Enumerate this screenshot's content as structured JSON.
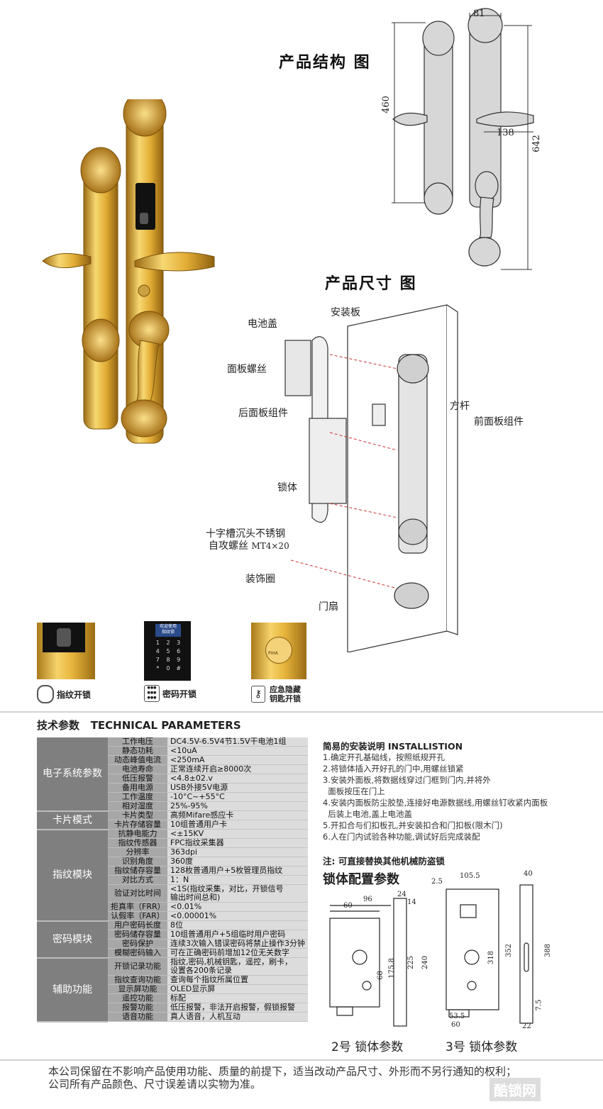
{
  "titles": {
    "structure": "产品结构 图",
    "size": "产品尺寸 图",
    "tech_cn": "技术参数",
    "tech_en": "TECHNICAL PARAMETERS",
    "install": "简易的安装说明 INSTALLISTION",
    "lock_config": "锁体配置参数",
    "lock2": "2号 锁体参数",
    "lock3": "3号 锁体参数"
  },
  "dimensions": {
    "w81": "81",
    "h460": "460",
    "w138": "138",
    "h642": "642"
  },
  "parts": {
    "battery_cover": "电池盖",
    "mount_plate": "安装板",
    "panel_screw": "面板螺丝",
    "rear_panel": "后面板组件",
    "square_rod": "方杆",
    "front_panel": "前面板组件",
    "lock_body": "锁体",
    "screw_line1": "十字槽沉头不锈钢",
    "screw_line2": "自攻螺丝",
    "screw_spec": "MT4×20",
    "trim_ring": "装饰圈",
    "door_leaf": "门扇"
  },
  "features": [
    {
      "icon": "fingerprint-icon",
      "label": "指纹开锁"
    },
    {
      "icon": "keypad-icon",
      "label": "密码开锁"
    },
    {
      "icon": "key-icon",
      "label": "应急隐藏\n钥匙开锁"
    }
  ],
  "keypad": {
    "display": "欢迎使用\n指纹锁",
    "keys": [
      "1",
      "2",
      "3",
      "4",
      "5",
      "6",
      "7",
      "8",
      "9",
      "*",
      "0",
      "#"
    ]
  },
  "brand": "PIHA",
  "tech": [
    {
      "group": "电子系统参数",
      "rows": [
        [
          "工作电压",
          "DC4.5V-6.5V4节1.5V干电池1组"
        ],
        [
          "静态功耗",
          "<10uA"
        ],
        [
          "动态峰值电流",
          "<250mA"
        ],
        [
          "电池寿命",
          "正常连续开启≥8000次"
        ],
        [
          "低压报警",
          "<4.8±02.v"
        ],
        [
          "备用电源",
          "USB外接5V电源"
        ],
        [
          "工作温度",
          "-10°C~+55°C"
        ],
        [
          "相对湿度",
          "25%-95%"
        ]
      ]
    },
    {
      "group": "卡片模式",
      "rows": [
        [
          "卡片类型",
          "高频Mifare感应卡"
        ],
        [
          "卡片存储容量",
          "10组普通用户卡"
        ]
      ]
    },
    {
      "group": "指纹模块",
      "rows": [
        [
          "抗静电能力",
          "<±15KV"
        ],
        [
          "指纹传感器",
          "FPC指纹采集器"
        ],
        [
          "分辨率",
          "363dpi"
        ],
        [
          "识别角度",
          "360度"
        ],
        [
          "指纹储存容量",
          "128枚普通用户+5枚管理员指纹"
        ],
        [
          "对比方式",
          "1：N"
        ],
        [
          "验证对比时间",
          "<1S(指纹采集，对比，开锁信号\n输出时间总和)"
        ],
        [
          "拒真率（FRR）",
          "<0.01%"
        ],
        [
          "认假率（FAR）",
          "<0.00001%"
        ]
      ]
    },
    {
      "group": "密码模块",
      "rows": [
        [
          "用户密码长度",
          "8位"
        ],
        [
          "密码储存容量",
          "10组普通用户+5组临时用户密码"
        ],
        [
          "密码保护",
          "连续3次输入错误密码将禁止操作3分钟"
        ],
        [
          "模糊密码输入",
          "可在正确密码前增加12位无关数字"
        ]
      ]
    },
    {
      "group": "辅助功能",
      "rows": [
        [
          "开锁记录功能",
          "指纹,密码,机械钥匙，遥控，刷卡，\n设置各200条记录"
        ],
        [
          "指纹查询功能",
          "查询每个指纹所属位置"
        ],
        [
          "显示屏功能",
          "OLED显示屏"
        ],
        [
          "遥控功能",
          "标配"
        ],
        [
          "报警功能",
          "低压报警，非法开启报警，假锁报警"
        ],
        [
          "语音功能",
          "真人语音，人机互动"
        ]
      ]
    }
  ],
  "install_steps": [
    "1.确定开孔基础线，按照纸规开孔",
    "2.将锁体插入开好孔的门中,用螺丝锁紧",
    "3.安装外面板,将数据线穿过门框到门内,并将外\n  面板按压在门上",
    "4.安装内面板防尘胶垫,连接好电源数据线,用螺丝钉收紧内面板\n  后装上电池,盖上电池盖",
    "5.开扣合与们扣板孔,并安装扣合和门扣板(限木门)",
    "6.人在门内试验各种功能,调试好后完成装配"
  ],
  "install_note": "注: 可直接替换其他机械防盗锁",
  "lock2_dims": {
    "a": "96",
    "b": "60",
    "c": "24",
    "d": "14",
    "e": "68",
    "f": "175.8",
    "g": "225",
    "h": "240"
  },
  "lock3_dims": {
    "a": "2.5",
    "b": "105.5",
    "c": "40",
    "d": "318",
    "e": "352",
    "f": "388",
    "g": "53.5",
    "h": "60",
    "i": "22",
    "j": "7.5"
  },
  "footer": [
    "本公司保留在不影响产品使用功能、质量的前提下，适当改动产品尺寸、外形而不另行通知的权利；",
    "公司所有产品颜色、尺寸误差请以实物为准。"
  ],
  "watermark": "酷锁网"
}
